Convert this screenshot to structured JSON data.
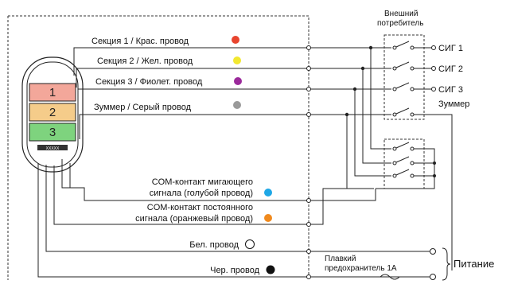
{
  "external_consumer": {
    "line1": "Внешний",
    "line2": "потребитель"
  },
  "segments": [
    "1",
    "2",
    "3"
  ],
  "base_badge": "XXXXX",
  "wires": [
    {
      "label": "Секция 1 / Крас. провод",
      "color": "#e8452e"
    },
    {
      "label": "Секция 2 / Жел. провод",
      "color": "#f2e830"
    },
    {
      "label": "Секция 3 / Фиолет. провод",
      "color": "#9b2a9b"
    },
    {
      "label": "Зуммер / Серый провод",
      "color": "#9a9a9a"
    }
  ],
  "outputs": [
    "СИГ 1",
    "СИГ 2",
    "СИГ 3",
    "Зуммер"
  ],
  "com_flash": {
    "line1": "COM-контакт мигающего",
    "line2": "сигнала (голубой провод)",
    "color": "#1ea7e6"
  },
  "com_steady": {
    "line1": "COM-контакт постоянного",
    "line2": "сигнала (оранжевый провод)",
    "color": "#f08a1e"
  },
  "white_wire": {
    "label": "Бел. провод",
    "color": "#ffffff"
  },
  "black_wire": {
    "label": "Чер. провод",
    "color": "#111111"
  },
  "fuse": {
    "line1": "Плавкий",
    "line2": "предохранитель 1А"
  },
  "power": "Питание",
  "segment_colors": [
    "#f3a79a",
    "#f5cc8a",
    "#7ed37e"
  ]
}
